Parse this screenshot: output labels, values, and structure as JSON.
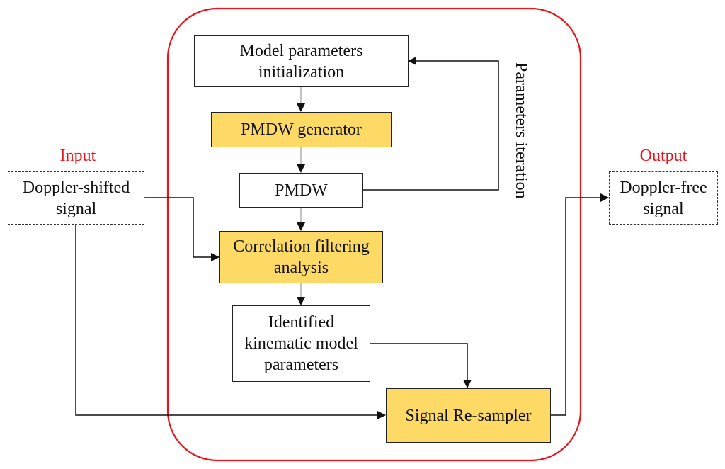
{
  "colors": {
    "frame": "#e8141a",
    "process_fill": "#fdd966",
    "label_red": "#e8141a",
    "line": "#111111"
  },
  "nodes": {
    "input_label": "Input",
    "input_box": "Doppler-shifted signal",
    "output_label": "Output",
    "output_box": "Doppler-free signal",
    "model_init": "Model parameters initialization",
    "pmdw_generator": "PMDW generator",
    "pmdw": "PMDW",
    "correlation": "Correlation filtering analysis",
    "identified": "Identified kinematic model parameters",
    "resampler": "Signal Re-sampler",
    "iteration_label": "Parameters iteration"
  },
  "edges": [
    {
      "from": "model_init",
      "to": "pmdw_generator"
    },
    {
      "from": "pmdw_generator",
      "to": "pmdw"
    },
    {
      "from": "pmdw",
      "to": "correlation"
    },
    {
      "from": "pmdw",
      "to": "model_init",
      "label": "Parameters iteration"
    },
    {
      "from": "input_box",
      "to": "correlation"
    },
    {
      "from": "input_box",
      "to": "resampler"
    },
    {
      "from": "correlation",
      "to": "identified"
    },
    {
      "from": "identified",
      "to": "resampler"
    },
    {
      "from": "resampler",
      "to": "output_box"
    }
  ]
}
